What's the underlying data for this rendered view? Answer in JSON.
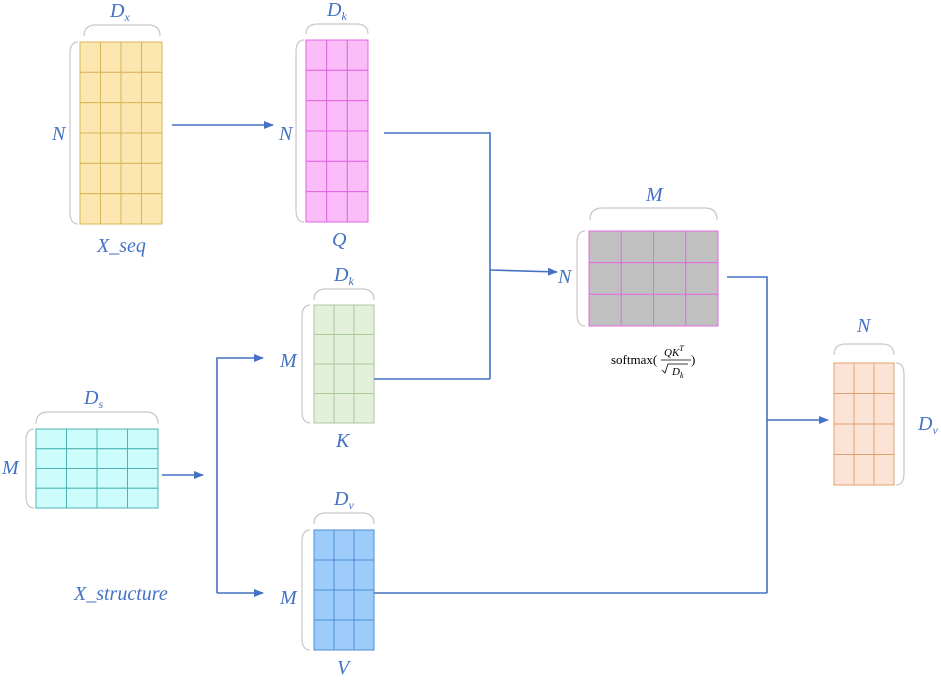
{
  "colors": {
    "text": "#4472c4",
    "arrow": "#4472c4",
    "brace": "#c8c8c8"
  },
  "matrices": {
    "x_seq": {
      "name": "X_seq",
      "width_label": "D",
      "width_sub": "x",
      "height_label": "N",
      "rows": 6,
      "cols": 4,
      "fill": "#fde7b0",
      "stroke": "#d8b45a"
    },
    "q": {
      "name": "Q",
      "width_label": "D",
      "width_sub": "k",
      "height_label": "N",
      "rows": 6,
      "cols": 3,
      "fill": "#fbbdf8",
      "stroke": "#e265e2"
    },
    "k": {
      "name": "K",
      "width_label": "D",
      "width_sub": "k",
      "height_label": "M",
      "rows": 4,
      "cols": 3,
      "fill": "#e2efd9",
      "stroke": "#a9c99a"
    },
    "x_structure": {
      "name": "X_structure",
      "width_label": "D",
      "width_sub": "s",
      "height_label": "M",
      "rows": 4,
      "cols": 4,
      "fill": "#ccfcfc",
      "stroke": "#4fb3b3"
    },
    "v": {
      "name": "V",
      "width_label": "D",
      "width_sub": "v",
      "height_label": "M",
      "rows": 4,
      "cols": 3,
      "fill": "#9dcbfa",
      "stroke": "#4d8fd6"
    },
    "attention": {
      "width_label": "M",
      "height_label": "N",
      "rows": 3,
      "cols": 4,
      "fill": "#c0c0c0",
      "stroke": "#e06ee0"
    },
    "output": {
      "width_label": "N",
      "height_label": "D",
      "height_sub": "v",
      "rows": 4,
      "cols": 3,
      "fill": "#fbe4d6",
      "stroke": "#e0a070"
    }
  },
  "formula": {
    "func": "softmax(",
    "numerator": "QK",
    "numerator_sup": "T",
    "denominator": "D",
    "denominator_sub": "k",
    "close": ")"
  }
}
